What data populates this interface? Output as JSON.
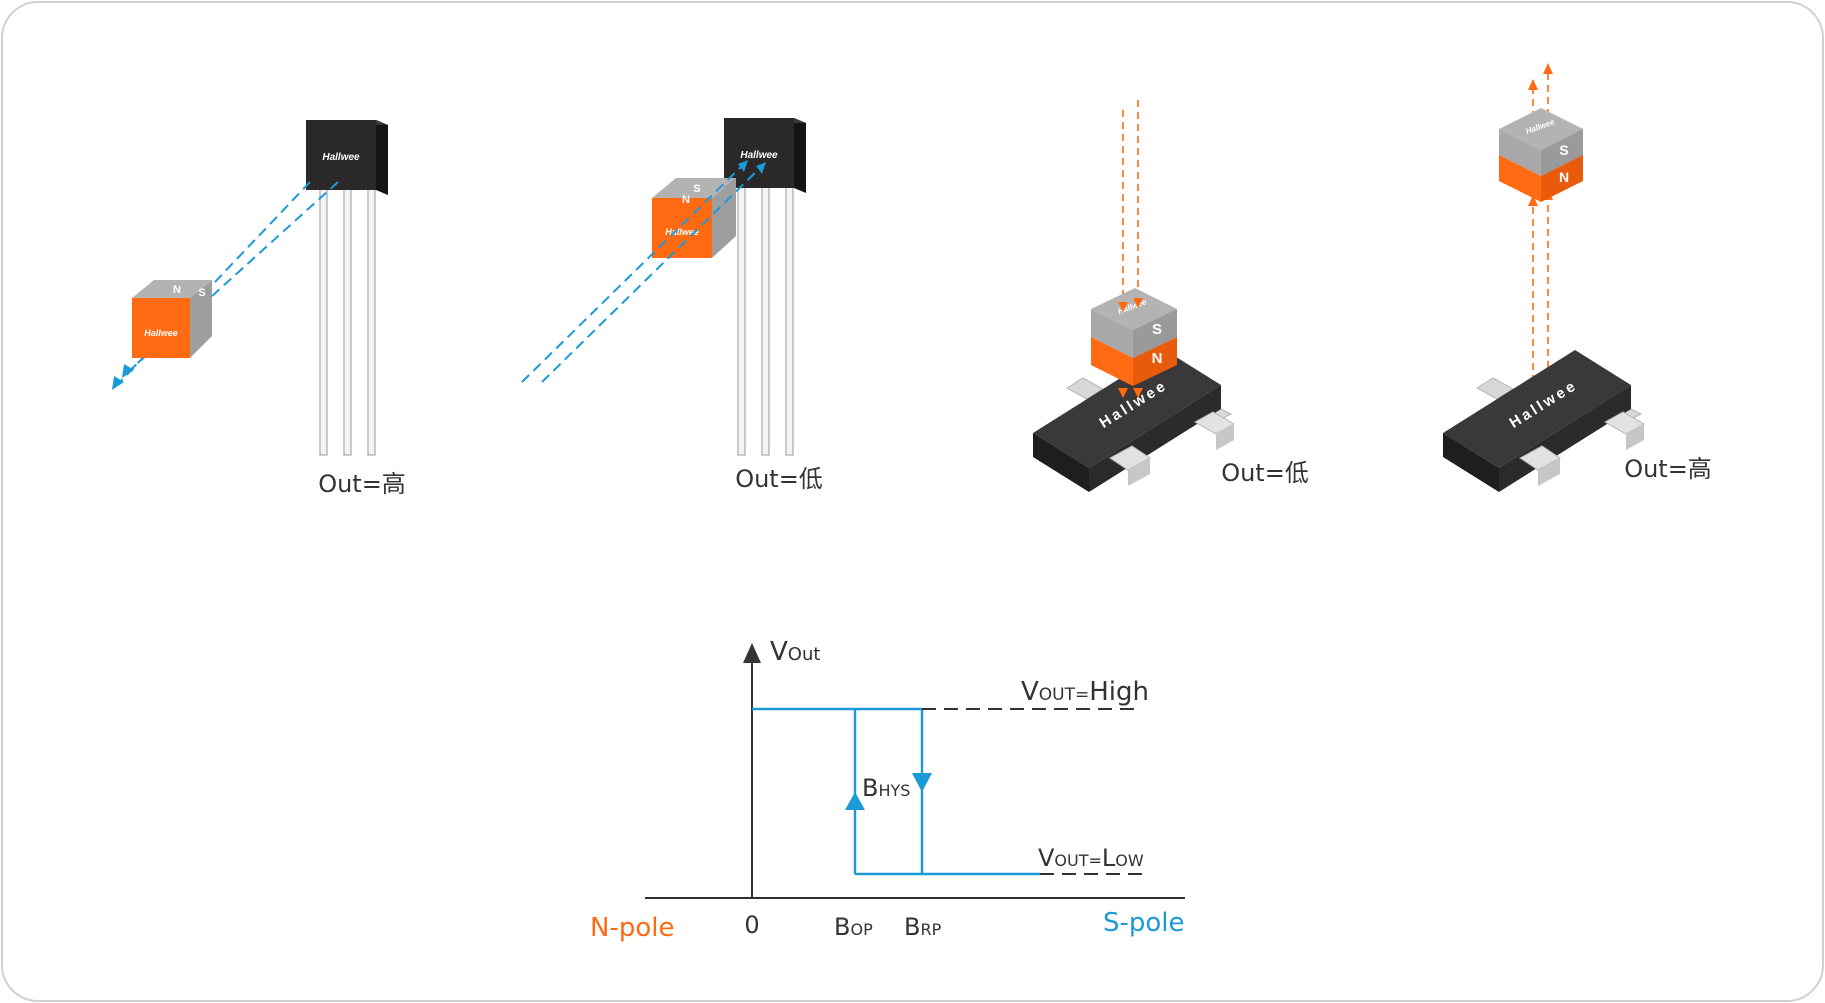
{
  "colors": {
    "orange": "#ff6a13",
    "blue": "#1b9ad8",
    "gray": "#9e9e9e",
    "dark": "#2a2828",
    "axis": "#333333"
  },
  "illustrations": {
    "brand": "Hallwee",
    "magnet_n": "N",
    "magnet_s": "S",
    "scenes": [
      {
        "out_label": "Out=高"
      },
      {
        "out_label": "Out=低"
      },
      {
        "out_label": "Out=低"
      },
      {
        "out_label": "Out=高"
      }
    ]
  },
  "diagram": {
    "y_axis": {
      "main": "V",
      "sub": "Out"
    },
    "high": {
      "main": "V",
      "sub": "OUT=",
      "tail": "High"
    },
    "low": {
      "main": "V",
      "sub": "OUT=",
      "tail1": "L",
      "tail2": "OW"
    },
    "bhys": {
      "main": "B",
      "sub": "HYS"
    },
    "bop": {
      "main": "B",
      "sub": "OP"
    },
    "brp": {
      "main": "B",
      "sub": "RP"
    },
    "zero": "0",
    "n_pole": "N-pole",
    "s_pole": "S-pole"
  }
}
